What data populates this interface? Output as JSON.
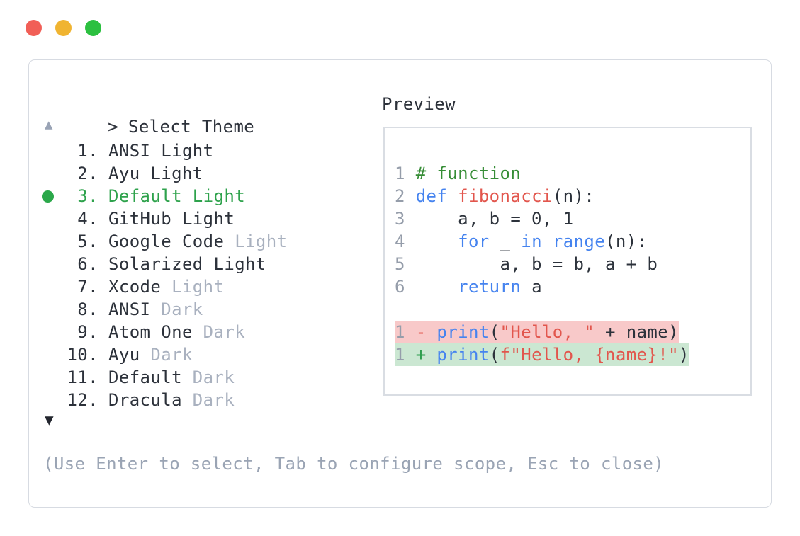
{
  "window": {
    "controls": [
      {
        "name": "close",
        "color": "#f15f57"
      },
      {
        "name": "minimize",
        "color": "#f0b431"
      },
      {
        "name": "zoom",
        "color": "#2cc040"
      }
    ]
  },
  "colors": {
    "text": "#2c313a",
    "dim_text": "#a9b1bf",
    "help_text": "#9aa4b4",
    "selected_green": "#2ea24c",
    "bullet_green": "#2ba84a",
    "scroll_up_arrow": "#99a3b5",
    "scroll_down_arrow": "#23262e",
    "panel_border": "#d7dbe2",
    "preview_border": "#d9dde3",
    "line_number": "#959daa",
    "keyword_blue": "#4583ef",
    "string_red": "#e2564d",
    "comment_green": "#368d36",
    "diff_del_bg": "#f8c9c9",
    "diff_add_bg": "#cbe7d2"
  },
  "selector": {
    "prompt": ">",
    "title": "Select Theme",
    "scroll_up_indicator": "▲",
    "scroll_down_indicator": "▼",
    "items": [
      {
        "number": "1.",
        "name": "ANSI Light",
        "dim": "",
        "selected": false
      },
      {
        "number": "2.",
        "name": "Ayu Light",
        "dim": "",
        "selected": false
      },
      {
        "number": "3.",
        "name": "Default Light",
        "dim": "",
        "selected": true
      },
      {
        "number": "4.",
        "name": "GitHub Light",
        "dim": "",
        "selected": false
      },
      {
        "number": "5.",
        "name": "Google Code",
        "dim": "Light",
        "selected": false
      },
      {
        "number": "6.",
        "name": "Solarized Light",
        "dim": "",
        "selected": false
      },
      {
        "number": "7.",
        "name": "Xcode",
        "dim": "Light",
        "selected": false
      },
      {
        "number": "8.",
        "name": "ANSI",
        "dim": "Dark",
        "selected": false
      },
      {
        "number": "9.",
        "name": "Atom One",
        "dim": "Dark",
        "selected": false
      },
      {
        "number": "10.",
        "name": "Ayu",
        "dim": "Dark",
        "selected": false
      },
      {
        "number": "11.",
        "name": "Default",
        "dim": "Dark",
        "selected": false
      },
      {
        "number": "12.",
        "name": "Dracula",
        "dim": "Dark",
        "selected": false
      }
    ],
    "help_text": "(Use Enter to select, Tab to configure scope, Esc to close)"
  },
  "preview": {
    "label": "Preview",
    "code_lines": [
      {
        "num": "1",
        "diff": "",
        "tokens": [
          [
            "# function",
            "comment"
          ]
        ]
      },
      {
        "num": "2",
        "diff": "",
        "tokens": [
          [
            "def",
            "keyword"
          ],
          [
            " ",
            "plain"
          ],
          [
            "fibonacci",
            "name"
          ],
          [
            "(n):",
            "plain"
          ]
        ]
      },
      {
        "num": "3",
        "diff": "",
        "tokens": [
          [
            "    a, b = 0, 1",
            "plain"
          ]
        ]
      },
      {
        "num": "4",
        "diff": "",
        "tokens": [
          [
            "    ",
            "plain"
          ],
          [
            "for",
            "keyword"
          ],
          [
            " _ ",
            "plain"
          ],
          [
            "in",
            "keyword"
          ],
          [
            " ",
            "plain"
          ],
          [
            "range",
            "keyword"
          ],
          [
            "(n):",
            "plain"
          ]
        ]
      },
      {
        "num": "5",
        "diff": "",
        "tokens": [
          [
            "        a, b = b, a + b",
            "plain"
          ]
        ]
      },
      {
        "num": "6",
        "diff": "",
        "tokens": [
          [
            "    ",
            "plain"
          ],
          [
            "return",
            "keyword"
          ],
          [
            " a",
            "plain"
          ]
        ]
      },
      {
        "num": "",
        "diff": "",
        "tokens": []
      },
      {
        "num": "1",
        "diff": "del",
        "tokens": [
          [
            "- ",
            "del"
          ],
          [
            "print",
            "keyword"
          ],
          [
            "(",
            "plain"
          ],
          [
            "\"Hello, \"",
            "string"
          ],
          [
            " + name)",
            "plain"
          ]
        ]
      },
      {
        "num": "1",
        "diff": "add",
        "tokens": [
          [
            "+ ",
            "add"
          ],
          [
            "print",
            "keyword"
          ],
          [
            "(",
            "plain"
          ],
          [
            "f\"Hello, {name}!\"",
            "string"
          ],
          [
            ")",
            "plain"
          ]
        ]
      }
    ]
  }
}
